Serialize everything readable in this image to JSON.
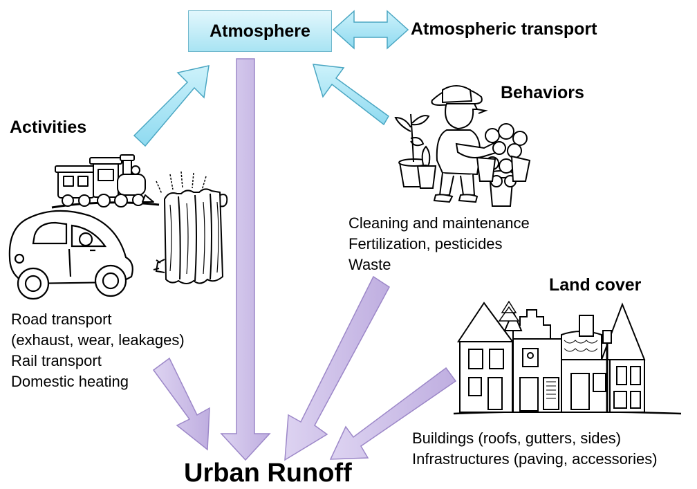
{
  "atmosphere_label": "Atmosphere",
  "atmospheric_transport_label": "Atmospheric transport",
  "activities": {
    "title": "Activities",
    "items": [
      "Road transport",
      "(exhaust, wear, leakages)",
      "Rail transport",
      "Domestic heating"
    ]
  },
  "behaviors": {
    "title": "Behaviors",
    "items": [
      "Cleaning and maintenance",
      "Fertilization, pesticides",
      "Waste"
    ]
  },
  "land_cover": {
    "title": "Land cover",
    "items": [
      "Buildings (roofs, gutters, sides)",
      "Infrastructures (paving, accessories)"
    ]
  },
  "urban_runoff_label": "Urban Runoff",
  "colors": {
    "blue_arrow": "#a8e6f7",
    "blue_stroke": "#4aa6c2",
    "purple_arrow": "#cbbce6",
    "purple_stroke": "#9c87c8"
  }
}
